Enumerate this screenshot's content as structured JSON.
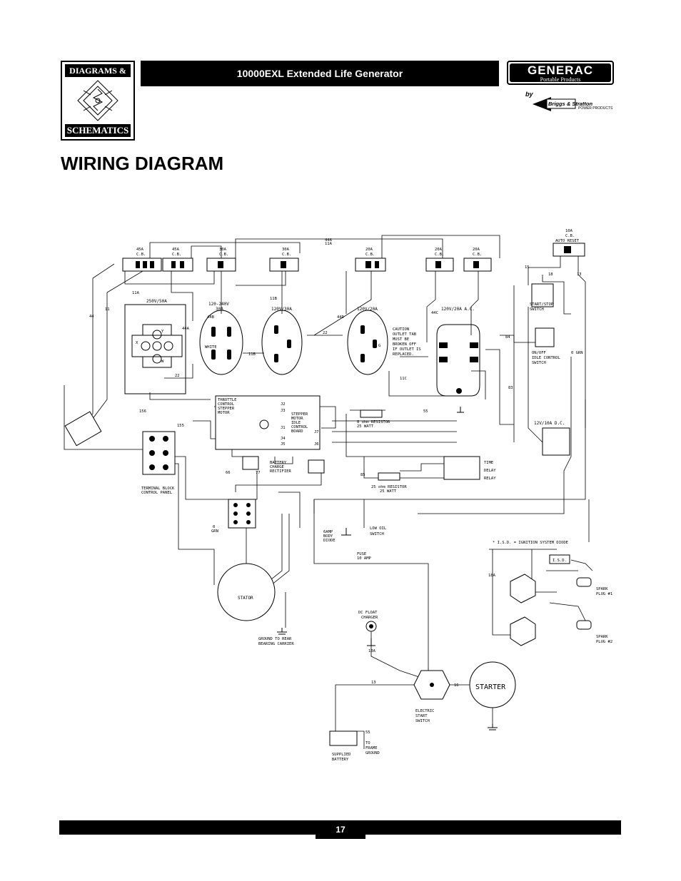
{
  "header": {
    "logo_top": "DIAGRAMS &",
    "logo_bottom": "SCHEMATICS",
    "title": "10000EXL Extended Life Generator",
    "brand": "GENERAC",
    "brand_sub": "Portable Products",
    "by": "by",
    "partner": "Briggs & Stratton",
    "partner_sub": "POWER PRODUCTS"
  },
  "page_title": "WIRING DIAGRAM",
  "page_number": "17",
  "diagram": {
    "breakers": {
      "cb45a_1": [
        "45A",
        "C.B."
      ],
      "cb45a_2": [
        "45A",
        "C.B."
      ],
      "cb30a_1": [
        "30A",
        "C.B."
      ],
      "cb30a_2": [
        "30A",
        "C.B."
      ],
      "cb20a_1": [
        "20A",
        "C.B."
      ],
      "cb20a_2": [
        "20A",
        "C.B."
      ],
      "cb20a_3": [
        "20A",
        "C.B."
      ],
      "cb10a": [
        "10A",
        "C.B.",
        "AUTO RESET"
      ]
    },
    "receptacles": {
      "r250": "250V/50A",
      "r120_240": [
        "120-240V",
        "30A"
      ],
      "r120_30": "120V/30A",
      "r120_20": "120V/20A",
      "r120_20ac": "120V/20A A.C.",
      "r12v": "12V/10A D.C."
    },
    "caution": [
      "CAUTION",
      "OUTLET TAB",
      "MUST BE",
      "BROKEN OFF",
      "IF OUTLET IS",
      "REPLACED."
    ],
    "components": {
      "start_stop": [
        "START/STOP",
        "SWITCH"
      ],
      "idle_control": [
        "ON/OFF",
        "IDLE CONTROL",
        "SWITCH"
      ],
      "throttle": [
        "THROTTLE",
        "CONTROL",
        "STEPPER",
        "MOTOR"
      ],
      "stepper_board": [
        "STEPPER",
        "MOTOR",
        "IDLE",
        "CONTROL",
        "BOARD"
      ],
      "resistor_8": [
        "8 ohm RESISTOR",
        "25 WATT"
      ],
      "resistor_25": [
        "25 ohm RESISTOR",
        "25 WATT"
      ],
      "battery_rectifier": [
        "BATTERY",
        "CHARGE",
        "RECTIFIER"
      ],
      "time_delay": [
        "TIME",
        "DELAY",
        "RELAY"
      ],
      "terminal_block": [
        "TERMINAL BLOCK",
        "CONTROL PANEL"
      ],
      "low_oil": [
        "LOW OIL",
        "SWITCH"
      ],
      "diode": [
        "6AMP",
        "BODY",
        "DIODE"
      ],
      "fuse": [
        "FUSE",
        "10 AMP"
      ],
      "isd_note": "* I.S.D. = IGNITION SYSTEM DIODE",
      "isd": "I.S.D.",
      "spark1": [
        "SPARK",
        "PLUG #1"
      ],
      "spark2": [
        "SPARK",
        "PLUG #2"
      ],
      "stator": "STATOR",
      "ground_rear": [
        "GROUND TO REAR",
        "BEARING CARRIER"
      ],
      "float_charger": [
        "DC FLOAT",
        "CHARGER"
      ],
      "starter": "STARTER",
      "start_switch": [
        "ELECTRIC",
        "START",
        "SWITCH"
      ],
      "battery": [
        "SUPPLIED",
        "BATTERY"
      ],
      "frame_ground": [
        "TO",
        "FRAME",
        "GROUND"
      ]
    },
    "wire_labels": [
      "44A",
      "11A",
      "44",
      "11",
      "11A",
      "11B",
      "44B",
      "22",
      "44D",
      "44A",
      "11B",
      "11C",
      "22",
      "44C",
      "84",
      "83",
      "15",
      "18",
      "13",
      "0 GRN",
      "0",
      "GRN",
      "156",
      "155",
      "55",
      "66",
      "77",
      "85",
      "13A",
      "16",
      "13",
      "18A",
      "55",
      "J2",
      "J3",
      "J1",
      "J4",
      "J5",
      "J6",
      "J7",
      "WHITE",
      "X",
      "Y",
      "W",
      "G"
    ]
  }
}
